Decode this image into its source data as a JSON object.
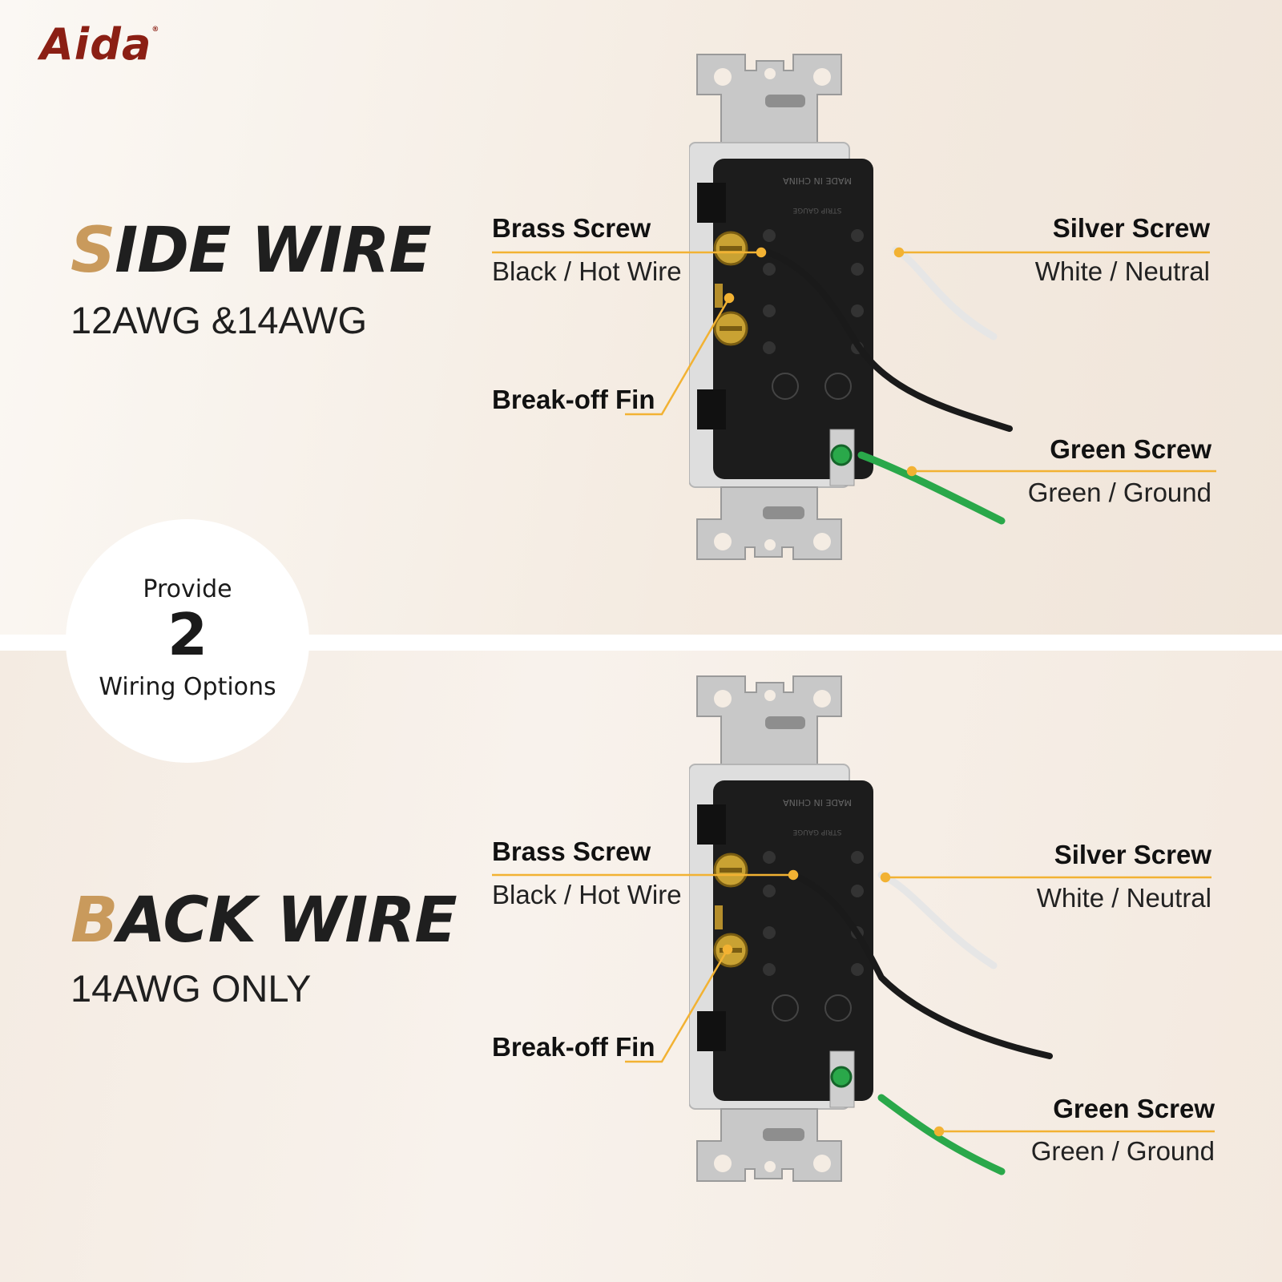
{
  "brand": {
    "logo_text": "Aida",
    "logo_mark": "®"
  },
  "badge": {
    "line1": "Provide",
    "number": "2",
    "line2": "Wiring Options"
  },
  "sections": [
    {
      "heading_initial": "S",
      "heading_rest": "IDE WIRE",
      "subtitle": "12AWG &14AWG",
      "labels": {
        "brass_title": "Brass Screw",
        "brass_desc": "Black / Hot Wire",
        "fin_title": "Break-off Fin",
        "silver_title": "Silver Screw",
        "silver_desc": "White / Neutral",
        "green_title": "Green Screw",
        "green_desc": "Green / Ground"
      }
    },
    {
      "heading_initial": "B",
      "heading_rest": "ACK WIRE",
      "subtitle": "14AWG ONLY",
      "labels": {
        "brass_title": "Brass Screw",
        "brass_desc": "Black / Hot Wire",
        "fin_title": "Break-off Fin",
        "silver_title": "Silver Screw",
        "silver_desc": "White / Neutral",
        "green_title": "Green Screw",
        "green_desc": "Green / Ground"
      }
    }
  ],
  "colors": {
    "accent_gold": "#c99a5c",
    "leader_line": "#f2b233",
    "brand_red": "#8b1f14",
    "wire_black": "#1a1a1a",
    "wire_white": "#e8e8e8",
    "wire_green": "#2aa84a",
    "brass": "#c9a233"
  },
  "outlet_text": {
    "made_in": "MADE IN CHINA",
    "strip_gauge": "STRIP GAUGE"
  }
}
